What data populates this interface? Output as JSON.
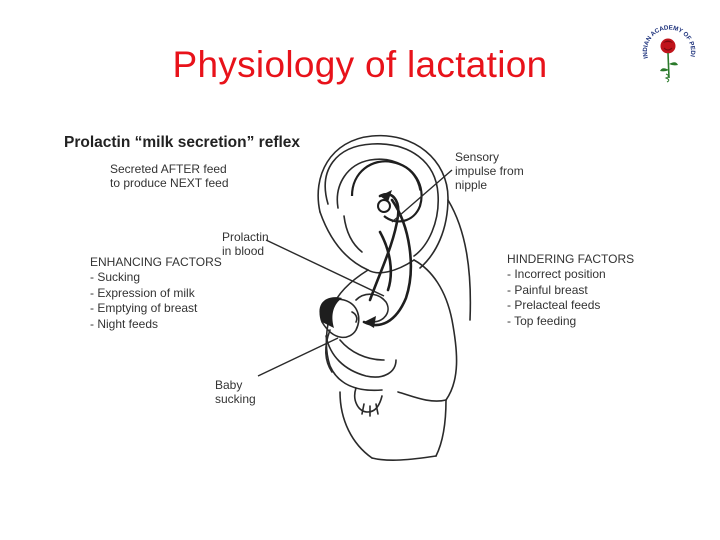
{
  "slide": {
    "title": "Physiology of lactation"
  },
  "logo": {
    "text": "INDIAN ACADEMY OF PEDIATRICS"
  },
  "figure": {
    "title": "Prolactin “milk secretion” reflex",
    "secreted": [
      "Secreted AFTER feed",
      "to produce NEXT feed"
    ],
    "sensory": [
      "Sensory",
      "impulse from",
      "nipple"
    ],
    "prolactin": [
      "Prolactin",
      "in blood"
    ],
    "baby": [
      "Baby",
      "sucking"
    ],
    "enhancing": {
      "heading": "ENHANCING FACTORS",
      "items": [
        "- Sucking",
        "- Expression of milk",
        "- Emptying of breast",
        "- Night feeds"
      ]
    },
    "hindering": {
      "heading": "HINDERING FACTORS",
      "items": [
        "- Incorrect position",
        "- Painful breast",
        "- Prelacteal feeds",
        "- Top feeding"
      ]
    }
  },
  "colors": {
    "title": "#e8121a",
    "line": "#2a2a2a"
  }
}
